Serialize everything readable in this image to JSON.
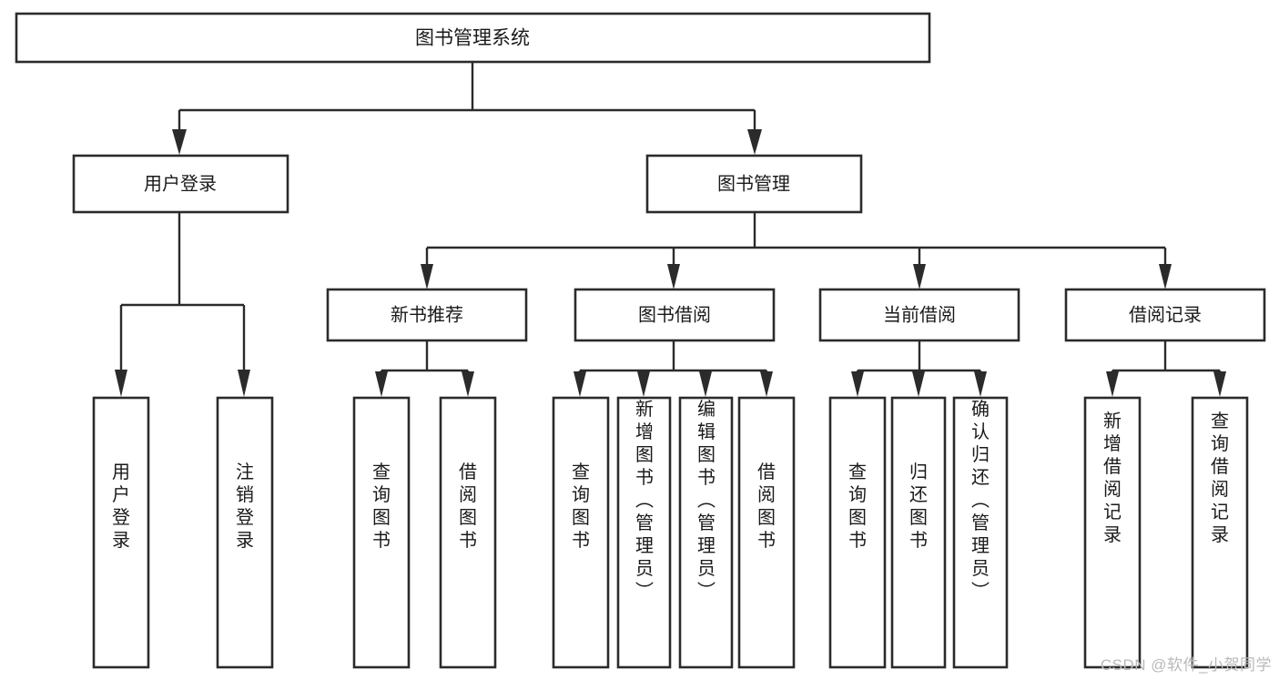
{
  "diagram": {
    "type": "tree-hierarchy-flowchart",
    "title": "图书管理系统",
    "colors": {
      "box_stroke": "#2b2b2b",
      "box_fill": "#ffffff",
      "edge": "#2b2b2b",
      "text": "#1a1a1a",
      "background": "#ffffff",
      "watermark": "#b9b9b9"
    },
    "root": {
      "label": "图书管理系统"
    },
    "level2": [
      {
        "label": "用户登录"
      },
      {
        "label": "图书管理"
      }
    ],
    "level3": [
      {
        "label": "新书推荐"
      },
      {
        "label": "图书借阅"
      },
      {
        "label": "当前借阅"
      },
      {
        "label": "借阅记录"
      }
    ],
    "leaves": {
      "user_login": [
        {
          "label": "用户登录"
        },
        {
          "label": "注销登录"
        }
      ],
      "new_book_recommend": [
        {
          "label": "查询图书"
        },
        {
          "label": "借阅图书"
        }
      ],
      "book_borrow": [
        {
          "label": "查询图书"
        },
        {
          "label": "新增图书（管理员）"
        },
        {
          "label": "编辑图书（管理员）"
        },
        {
          "label": "借阅图书"
        }
      ],
      "current_borrow": [
        {
          "label": "查询图书"
        },
        {
          "label": "归还图书"
        },
        {
          "label": "确认归还（管理员）"
        }
      ],
      "borrow_record": [
        {
          "label": "新增借阅记录"
        },
        {
          "label": "查询借阅记录"
        }
      ]
    }
  },
  "watermark": {
    "text": "CSDN @软件_小贺同学"
  }
}
